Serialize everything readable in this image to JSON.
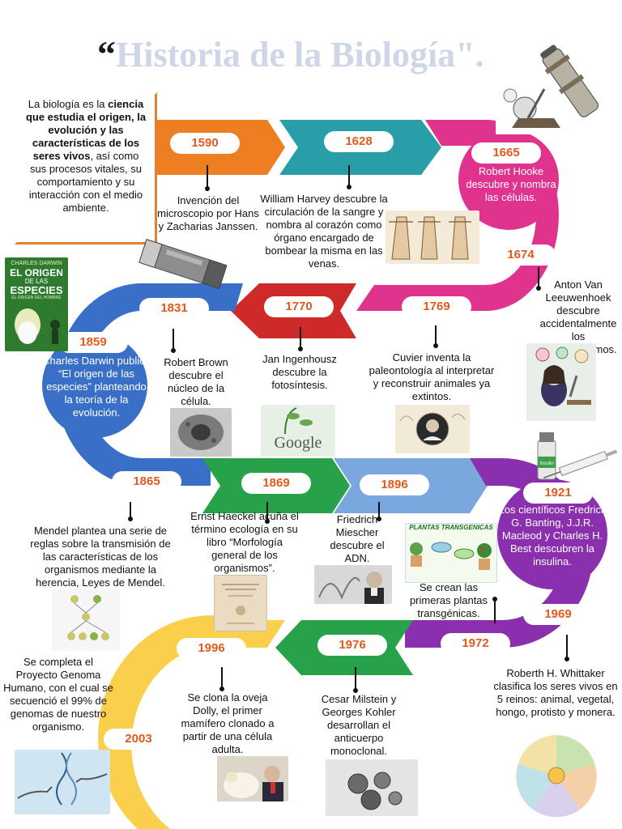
{
  "title": "Historia de la Biología\".",
  "title_quote": "“",
  "intro": {
    "p1": "La biología es la",
    "bold1": "ciencia que estudia el origen, la evolución y las características de los seres vivos",
    "p2": ", así como sus procesos vitales, su comportamiento y su interacción con el medio ambiente."
  },
  "colors": {
    "orange": "#ee7e22",
    "teal": "#2a9ea8",
    "magenta": "#e0338e",
    "red": "#cf2a2a",
    "blue": "#3a6fc7",
    "green": "#27a24a",
    "lightblue": "#7aa7dd",
    "purple": "#8a2fae",
    "yellow": "#f9cf4b",
    "year_text": "#e05a1e"
  },
  "events": [
    {
      "year": "1590",
      "text": "Invención del microscopio por Hans y Zacharias Janssen."
    },
    {
      "year": "1628",
      "text": "William Harvey descubre la circulación de la sangre y nombra al corazón como órgano encargado de bombear la misma en las venas."
    },
    {
      "year": "1665",
      "text": "Robert Hooke descubre y nombra las células."
    },
    {
      "year": "1674",
      "text": "Anton Van Leeuwenhoek descubre accidentalmente los microrganismos."
    },
    {
      "year": "1769",
      "text": "Cuvier inventa la paleontología al interpretar y reconstruir animales ya extintos."
    },
    {
      "year": "1770",
      "text": "Jan Ingenhousz descubre la fotosíntesis."
    },
    {
      "year": "1831",
      "text": "Robert Brown descubre el núcleo de la célula."
    },
    {
      "year": "1859",
      "text": "Charles Darwin publica “El origen de las especies” planteando la teoría de la evolución."
    },
    {
      "year": "1865",
      "text": "Mendel plantea una serie de reglas sobre la transmisión de las características de los organismos mediante la herencia, Leyes de Mendel."
    },
    {
      "year": "1869",
      "text": "Ernst Haeckel acuña el término ecología en su libro “Morfología general de los organismos”."
    },
    {
      "year": "1896",
      "text": "Friedrich Miescher descubre el ADN."
    },
    {
      "year": "1921",
      "text": "Los científicos Fredrick G. Banting, J.J.R. Macleod y Charles H. Best descubren la insulina."
    },
    {
      "year": "1969",
      "text": "Roberth H. Whittaker clasifica los seres vivos en 5 reinos: animal, vegetal, hongo, protisto y monera."
    },
    {
      "year": "1972",
      "text": "Se crean las primeras plantas transgénicas."
    },
    {
      "year": "1976",
      "text": "Cesar Milstein y Georges Kohler desarrollan el anticuerpo monoclonal."
    },
    {
      "year": "1996",
      "text": "Se clona la oveja Dolly, el primer mamífero clonado a partir de una célula adulta."
    },
    {
      "year": "2003",
      "text": "Se completa el Proyecto Genoma Humano, con el cual se secuenció el 99% de genomas de nuestro organismo."
    }
  ],
  "images": {
    "darwin_book": {
      "line1": "CHARLES DARWIN",
      "line2": "EL ORIGEN",
      "line3": "DE LAS",
      "line4": "ESPECIES",
      "line5": "EL ORIGEN DEL HOMBRE"
    },
    "google_doodle": "Google",
    "transgenic_banner": "PLANTAS TRANSGENICAS",
    "insulin_label": "Insulin"
  }
}
